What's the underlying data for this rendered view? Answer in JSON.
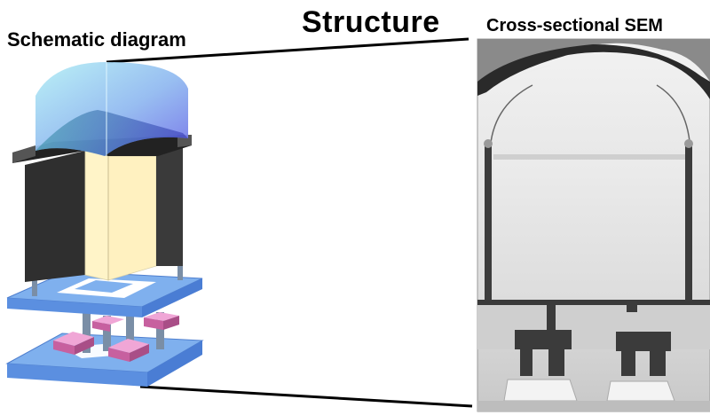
{
  "labels": {
    "main_title": "Structure",
    "left_title": "Schematic diagram",
    "right_title": "Cross-sectional SEM"
  },
  "colors": {
    "dome_top": "#aee6f2",
    "dome_bottom": "#7f86ee",
    "wall_dark": "#2e2e2e",
    "interior_yellow": "#fff3c6",
    "plate_blue": "#6f9ee4",
    "pad_pink": "#d77fb7",
    "sem_background": "#e4e4e4",
    "connector_line": "#000000"
  }
}
